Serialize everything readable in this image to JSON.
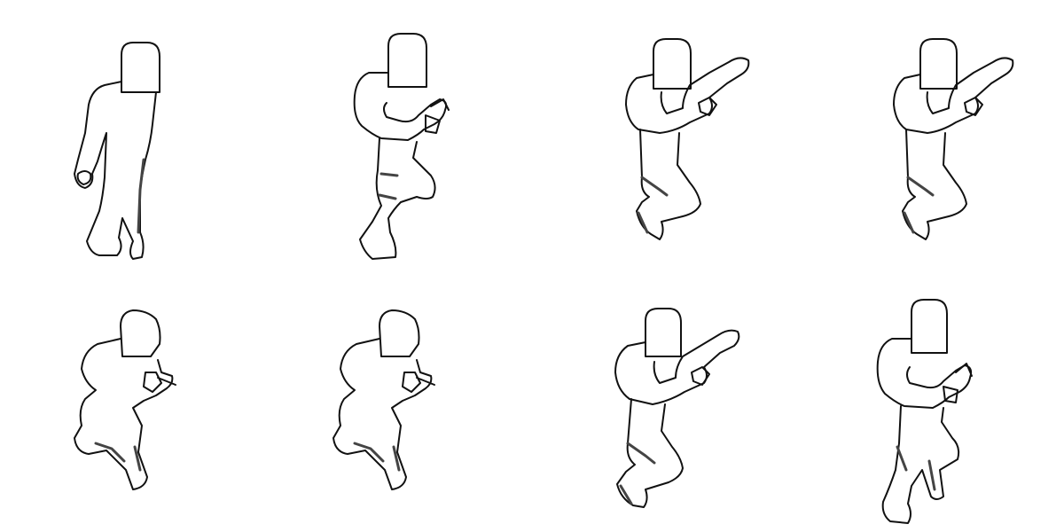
{
  "sheet": {
    "background": "#ffffff",
    "line_color": "#111111",
    "figure_count": 8,
    "rows": 2,
    "columns": 4
  },
  "figures": [
    {
      "pose": "standing-walk",
      "row": 1,
      "column": 1
    },
    {
      "pose": "fists-raised-stride",
      "row": 1,
      "column": 2
    },
    {
      "pose": "punch-kneel",
      "row": 1,
      "column": 3
    },
    {
      "pose": "punch-kneel",
      "row": 1,
      "column": 4
    },
    {
      "pose": "crouch-guard",
      "row": 2,
      "column": 1
    },
    {
      "pose": "crouch-guard",
      "row": 2,
      "column": 2
    },
    {
      "pose": "punch-kneel",
      "row": 2,
      "column": 3
    },
    {
      "pose": "fists-raised-stride",
      "row": 2,
      "column": 4
    }
  ]
}
